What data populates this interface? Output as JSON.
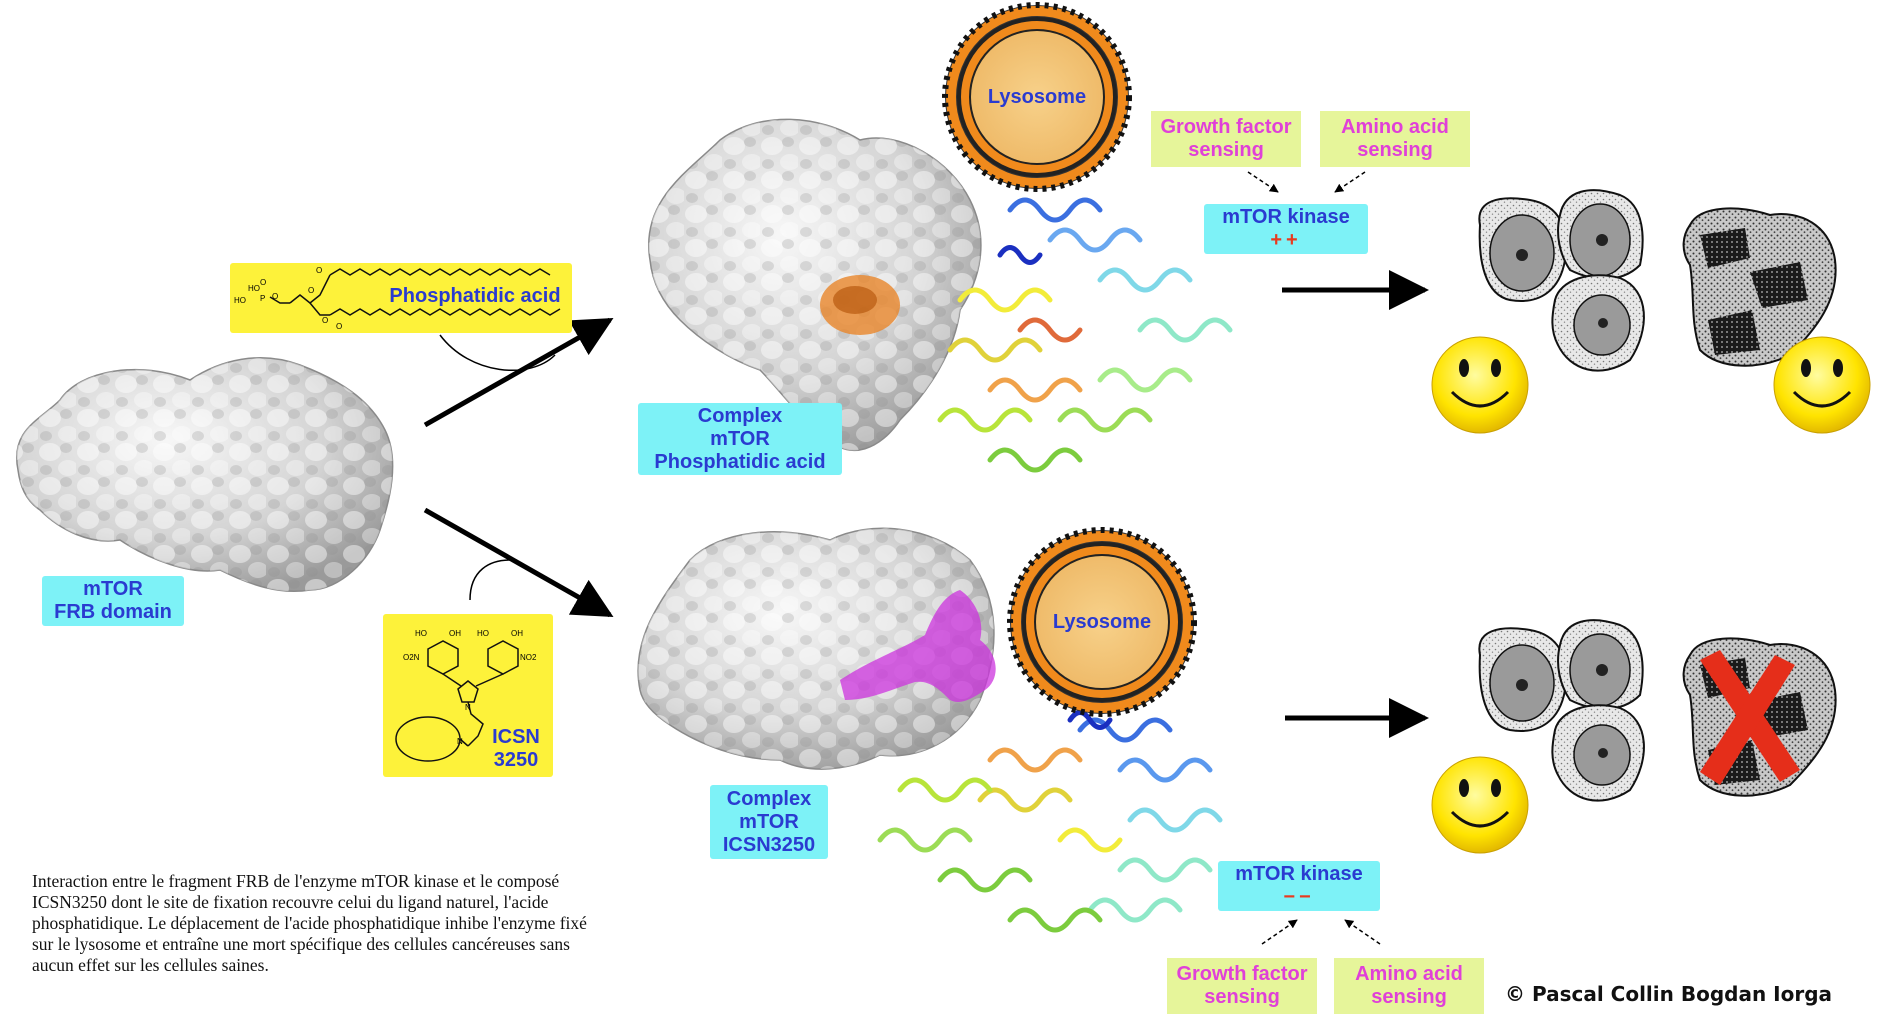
{
  "labels": {
    "frb": [
      "mTOR",
      "FRB domain"
    ],
    "complex_pa": [
      "Complex",
      "mTOR",
      "Phosphatidic acid"
    ],
    "complex_icsn": [
      "Complex",
      "mTOR",
      "ICSN3250"
    ],
    "phosphatidic_acid": "Phosphatidic acid",
    "icsn": [
      "ICSN",
      "3250"
    ],
    "lysosome_top": "Lysosome",
    "lysosome_bottom": "Lysosome",
    "growth_factor_top": [
      "Growth factor",
      "sensing"
    ],
    "amino_acid_top": [
      "Amino acid",
      "sensing"
    ],
    "growth_factor_bottom": [
      "Growth factor",
      "sensing"
    ],
    "amino_acid_bottom": [
      "Amino acid",
      "sensing"
    ],
    "mtor_kinase_top": "mTOR kinase",
    "mtor_kinase_top_signs": "++",
    "mtor_kinase_bottom": "mTOR kinase",
    "mtor_kinase_bottom_signs": "−−"
  },
  "molecule_text": {
    "ho_labels": [
      "HO",
      "HO",
      "P",
      "O",
      "O",
      "O",
      "O",
      "O",
      "O"
    ],
    "icsn_groups": [
      "HO",
      "OH",
      "HO",
      "OH",
      "O2N",
      "NO2",
      "N",
      "N"
    ]
  },
  "caption": "Interaction entre le fragment FRB de l'enzyme mTOR kinase et le composé ICSN3250 dont le site de fixation recouvre celui du ligand naturel, l'acide phosphatidique. Le déplacement de l'acide phosphatidique inhibe l'enzyme fixé sur le lysosome et entraîne une mort spécifique des cellules cancéreuses sans aucun effet sur les cellules saines.",
  "copyright": "©  Pascal Collin  Bogdan Iorga",
  "colors": {
    "cyan_label": "#7df2f7",
    "green_label": "#e6f59a",
    "label_text_blue": "#2a3bd0",
    "label_text_magenta": "#e040d8",
    "molecule_box": "#fdf23a",
    "lysosome_fill": "#f4c77a",
    "membrane_orange": "#f08a1c",
    "x_mark": "#e52e1a",
    "pa_highlight": "#e8862a",
    "icsn_highlight": "#cc33dd"
  },
  "icons": [
    "protein-surface",
    "ribbon-structure",
    "lysosome",
    "healthy-cell",
    "cancer-cell",
    "smiley-face",
    "cross-mark"
  ]
}
